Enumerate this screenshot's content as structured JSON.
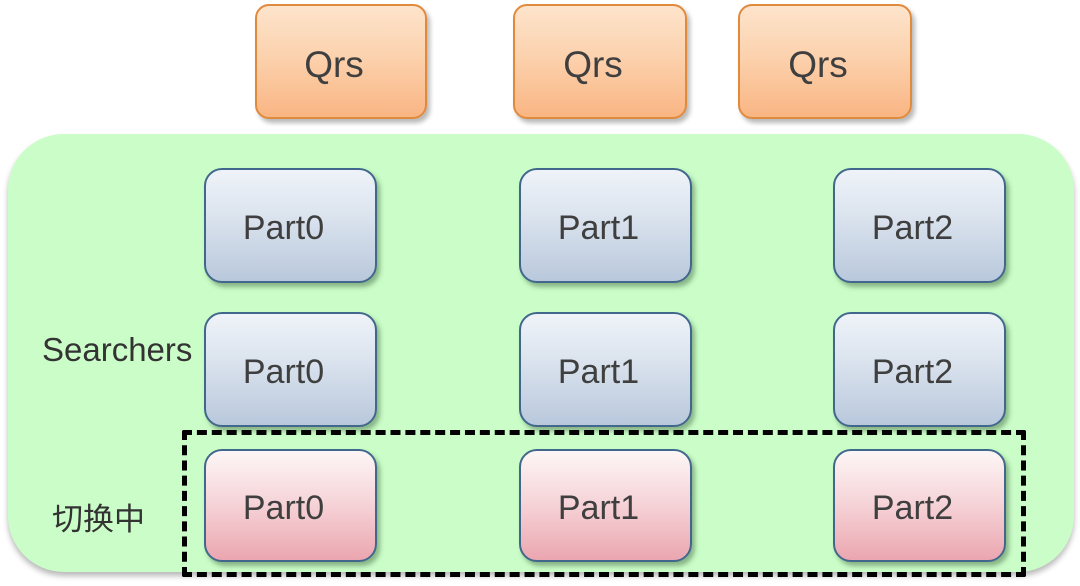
{
  "diagram": {
    "qrs_row": {
      "nodes": [
        {
          "label": "Qrs"
        },
        {
          "label": "Qrs"
        },
        {
          "label": "Qrs"
        }
      ]
    },
    "container": {
      "rows": [
        {
          "id": "replica-row-top",
          "label": "",
          "nodes": [
            {
              "label": "Part0"
            },
            {
              "label": "Part1"
            },
            {
              "label": "Part2"
            }
          ]
        },
        {
          "id": "searchers-row",
          "label": "Searchers",
          "nodes": [
            {
              "label": "Part0"
            },
            {
              "label": "Part1"
            },
            {
              "label": "Part2"
            }
          ]
        },
        {
          "id": "switching-row",
          "label": "切换中",
          "nodes": [
            {
              "label": "Part0"
            },
            {
              "label": "Part1"
            },
            {
              "label": "Part2"
            }
          ]
        }
      ]
    },
    "colors": {
      "qrs_fill_top": "#fde4cc",
      "qrs_fill_bottom": "#f9b583",
      "qrs_border": "#e08a3e",
      "container_fill": "#cafdc7",
      "part_fill_top": "#eff3f9",
      "part_fill_bottom": "#b9c8dc",
      "switching_fill_top": "#fdf6f6",
      "switching_fill_bottom": "#eba6b0",
      "part_border": "#41688c",
      "dashed_border": "#000000",
      "label_text": "#333333",
      "node_text": "#3f3f3f"
    }
  }
}
